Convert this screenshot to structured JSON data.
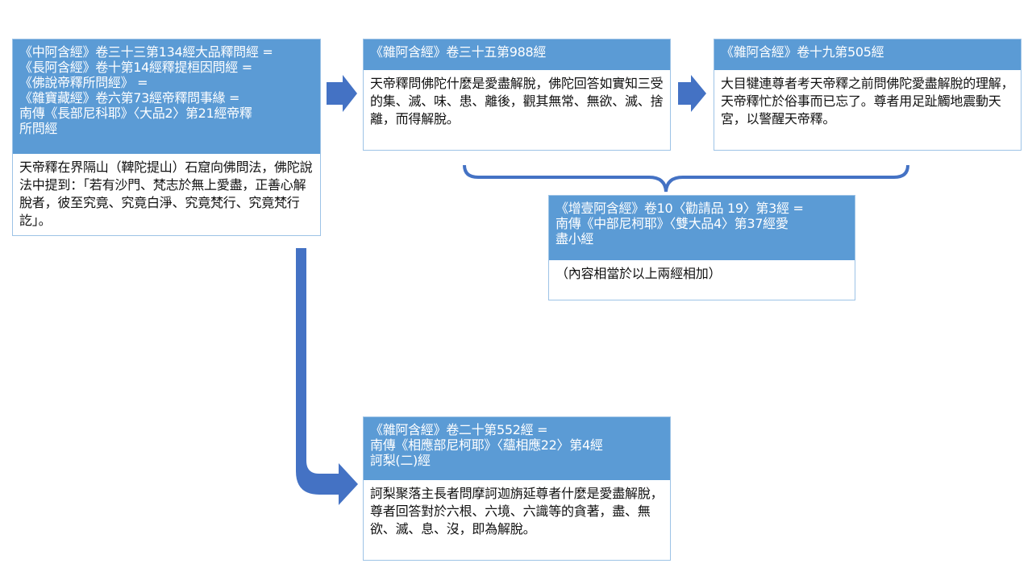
{
  "colors": {
    "header_fill": "#5b9bd5",
    "box_border": "#9dc3e6",
    "arrow_fill": "#4472c4",
    "header_text": "#ffffff",
    "body_text": "#111111"
  },
  "boxes": {
    "main_sutra": {
      "header_lines": [
        "《中阿含經》卷三十三第134經大品釋問經 =",
        "《長阿含經》卷十第14經釋提桓因問經 =",
        "《佛說帝釋所問經》 =",
        "《雜寶藏經》卷六第73經帝釋問事緣 =",
        "南傳《長部尼科耶》〈大品2〉第21經帝釋",
        "所問經"
      ],
      "body": "天帝釋在界隔山（鞞陀提山）石窟向佛問法，佛陀說法中提到：「若有沙門、梵志於無上愛盡，正善心解脫者，彼至究竟、究竟白淨、究竟梵行、究竟梵行訖」。"
    },
    "samyukta_988": {
      "header_lines": [
        "《雜阿含經》卷三十五第988經"
      ],
      "body": "天帝釋問佛陀什麼是愛盡解脫，佛陀回答如實知三受的集、滅、味、患、離後，觀其無常、無欲、滅、捨離，而得解脫。"
    },
    "samyukta_505": {
      "header_lines": [
        "《雜阿含經》卷十九第505經"
      ],
      "body": "大目犍連尊者考天帝釋之前問佛陀愛盡解脫的理解，天帝釋忙於俗事而已忘了。尊者用足趾觸地震動天宮，以警醒天帝釋。"
    },
    "ekottara_combined": {
      "header_lines": [
        "《增壹阿含經》卷10〈勸請品 19〉第3經 =",
        "南傳《中部尼柯耶》〈雙大品4〉第37經愛",
        "盡小經"
      ],
      "body": "（內容相當於以上兩經相加）"
    },
    "samyukta_552": {
      "header_lines": [
        "《雜阿含經》卷二十第552經 =",
        "南傳《相應部尼柯耶》〈蘊相應22〉第4經",
        "訶梨(二)經"
      ],
      "body": "訶梨聚落主長者問摩訶迦旃延尊者什麼是愛盡解脫，尊者回答對於六根、六境、六識等的貪著，盡、無欲、滅、息、沒，即為解脫。"
    }
  },
  "connectors": [
    {
      "name": "arrow-main-to-988",
      "icon": "right-arrow-icon"
    },
    {
      "name": "arrow-988-to-505",
      "icon": "right-arrow-icon"
    },
    {
      "name": "brace-988-505-to-ekottara",
      "icon": "curly-brace-icon"
    },
    {
      "name": "arrow-main-to-552",
      "icon": "bent-down-right-arrow-icon"
    }
  ]
}
